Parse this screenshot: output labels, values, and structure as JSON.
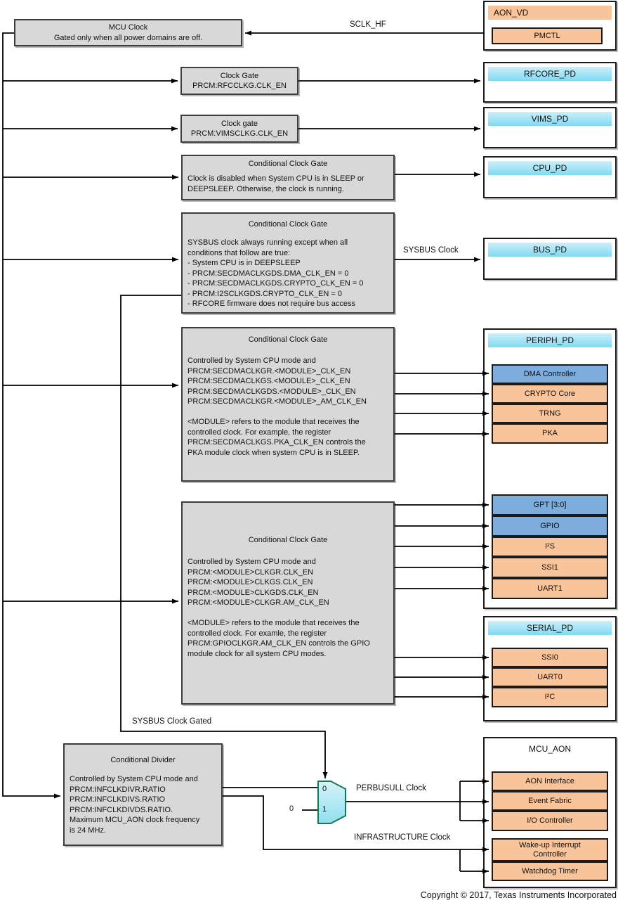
{
  "blocks": {
    "mcu_clock": {
      "text": "MCU Clock\nGated only when all power domains are off."
    },
    "rfc_gate": {
      "title": "Clock Gate",
      "body": "PRCM:RFCCLKG.CLK_EN"
    },
    "vims_gate": {
      "title": "Clock gate",
      "body": "PRCM:VIMSCLKG.CLK_EN"
    },
    "cpu_gate": {
      "title": "Conditional Clock Gate",
      "body": "Clock is disabled when System CPU is in SLEEP or\nDEEPSLEEP. Otherwise, the clock is running."
    },
    "sysbus_gate": {
      "title": "Conditional Clock Gate",
      "body": "SYSBUS clock always running except when all\nconditions that follow are true:\n- System CPU is in DEEPSLEEP\n- PRCM:SECDMACLKGDS.DMA_CLK_EN = 0\n- PRCM:SECDMACLKGDS.CRYPTO_CLK_EN = 0\n- PRCM:I2SCLKGDS.CRYPTO_CLK_EN = 0\n- RFCORE firmware does not require bus access"
    },
    "sec_gate": {
      "title": "Conditional Clock Gate",
      "body": "Controlled by System CPU mode and\nPRCM:SECDMACLKGR.<MODULE>_CLK_EN\nPRCM:SECDMACLKGS.<MODULE>_CLK_EN\nPRCM:SECDMACLKGDS.<MODULE>_CLK_EN\nPRCM:SECDMACLKGR.<MODULE>_AM_CLK_EN\n\n<MODULE> refers to the module that receives the\ncontrolled clock. For example, the register\nPRCM:SECDMACLKGS.PKA_CLK_EN controls the\nPKA module clock when system CPU is in SLEEP."
    },
    "mod_gate": {
      "title": "Conditional Clock Gate",
      "body": "Controlled by System CPU mode and\nPRCM:<MODULE>CLKGR.CLK_EN\nPRCM:<MODULE>CLKGS.CLK_EN\nPRCM:<MODULE>CLKGDS.CLK_EN\nPRCM:<MODULE>CLKGR.AM_CLK_EN\n\n<MODULE> refers to the module that receives the\ncontrolled clock. For examle, the register\nPRCM:GPIOCLKGR.AM_CLK_EN controls the GPIO\nmodule clock for all system CPU modes."
    },
    "divider": {
      "title": "Conditional Divider",
      "body": "Controlled by System CPU mode and\nPRCM:INFCLKDIVR.RATIO\nPRCM:INFCLKDIVS.RATIO\nPRCM:INFCLKDIVDS.RATIO.\nMaximum MCU_AON clock frequency\nis 24 MHz."
    }
  },
  "domains": {
    "aon_vd": {
      "title": "AON_VD",
      "module": "PMCTL"
    },
    "rfcore_pd": {
      "title": "RFCORE_PD"
    },
    "vims_pd": {
      "title": "VIMS_PD"
    },
    "cpu_pd": {
      "title": "CPU_PD"
    },
    "bus_pd": {
      "title": "BUS_PD"
    },
    "periph_pd": {
      "title": "PERIPH_PD",
      "modules": [
        "DMA Controller",
        "CRYPTO Core",
        "TRNG",
        "PKA",
        "GPT [3:0]",
        "GPIO",
        "I²S",
        "SSI1",
        "UART1"
      ]
    },
    "serial_pd": {
      "title": "SERIAL_PD",
      "modules": [
        "SSI0",
        "UART0",
        "I²C"
      ]
    },
    "mcu_aon": {
      "title": "MCU_AON",
      "modules": [
        "AON Interface",
        "Event Fabric",
        "I/O Controller",
        "Wake-up Interrupt\nController",
        "Watchdog Timer"
      ]
    }
  },
  "labels": {
    "sclk_hf": "SCLK_HF",
    "sysbus_clock": "SYSBUS Clock",
    "sysbus_clock_gated": "SYSBUS Clock Gated",
    "perbusull_clock": "PERBUSULL Clock",
    "infrastructure_clock": "INFRASTRUCTURE Clock",
    "mux_in0": "0",
    "mux_in1": "1",
    "const_zero": "0",
    "copyright": "Copyright © 2017, Texas Instruments Incorporated"
  },
  "colors": {
    "gray_block": "#d8d8d8",
    "orange": "#f9c499",
    "blue": "#7caddd",
    "header_cyan_top": "#cdeff9",
    "header_cyan_bottom": "#7edaf2",
    "mux_border_green": "#177a4f",
    "line": "#000000"
  }
}
